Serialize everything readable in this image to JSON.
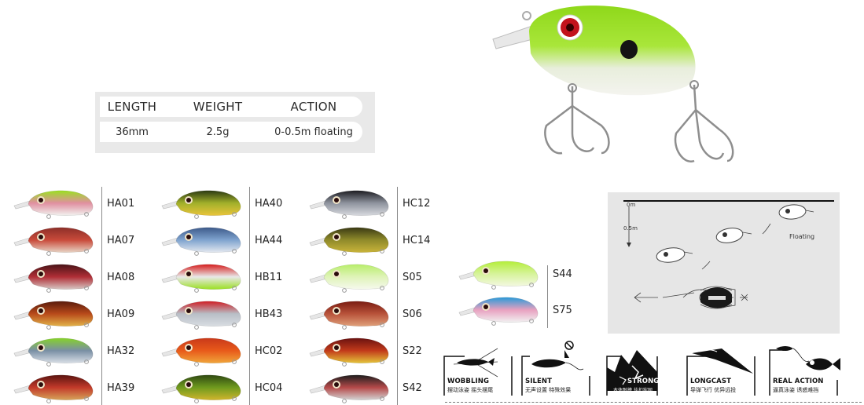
{
  "spec": {
    "headers": [
      "LENGTH",
      "WEIGHT",
      "ACTION"
    ],
    "values": [
      "36mm",
      "2.5g",
      "0-0.5m floating"
    ]
  },
  "catalog": {
    "column1": [
      {
        "code": "HA01",
        "back": "#9be022",
        "belly": "#f1f1ee",
        "accent": "#e08fa0"
      },
      {
        "code": "HA07",
        "back": "#8c2f29",
        "belly": "#e7d3c4",
        "accent": "#c94a3a"
      },
      {
        "code": "HA08",
        "back": "#4a1418",
        "belly": "#d7c7c4",
        "accent": "#b02e36"
      },
      {
        "code": "HA09",
        "back": "#5a1c0c",
        "belly": "#e2b24a",
        "accent": "#b84a1a"
      },
      {
        "code": "HA32",
        "back": "#86d22a",
        "belly": "#d9dfe6",
        "accent": "#7a8fa5"
      },
      {
        "code": "HA39",
        "back": "#5b1410",
        "belly": "#d6a35a",
        "accent": "#c23a2a"
      }
    ],
    "column2": [
      {
        "code": "HA40",
        "back": "#2c3a12",
        "belly": "#e9c43a",
        "accent": "#a1b02a"
      },
      {
        "code": "HA44",
        "back": "#3d5a8a",
        "belly": "#e3e8ef",
        "accent": "#7fa3cf"
      },
      {
        "code": "HB11",
        "back": "#d61e1e",
        "belly": "#9be022",
        "accent": "#e8e8e8"
      },
      {
        "code": "HB43",
        "back": "#cf1f26",
        "belly": "#d9dde2",
        "accent": "#b8bec6"
      },
      {
        "code": "HC02",
        "back": "#c9391a",
        "belly": "#f0a53a",
        "accent": "#e85a1a"
      },
      {
        "code": "HC04",
        "back": "#2f4a12",
        "belly": "#d0b52c",
        "accent": "#6f9a1e"
      }
    ],
    "column3": [
      {
        "code": "HC12",
        "back": "#1d1d22",
        "belly": "#d7d9de",
        "accent": "#8e939e"
      },
      {
        "code": "HC14",
        "back": "#3a3a14",
        "belly": "#c9b43a",
        "accent": "#8f8a2a"
      },
      {
        "code": "S05",
        "back": "#b8ee6a",
        "belly": "#f6f9ee",
        "accent": "#dff3b8"
      },
      {
        "code": "S06",
        "back": "#7a1c12",
        "belly": "#e0a07a",
        "accent": "#b8523a"
      },
      {
        "code": "S22",
        "back": "#6a1210",
        "belly": "#e4c43a",
        "accent": "#c23a1a"
      },
      {
        "code": "S42",
        "back": "#1e1e1e",
        "belly": "#d3d3d3",
        "accent": "#b54a4a"
      }
    ],
    "column4": [
      {
        "code": "S44",
        "back": "#b4ee3a",
        "belly": "#f3f8e0",
        "accent": "#d6f39a"
      },
      {
        "code": "S75",
        "back": "#2a9ad8",
        "belly": "#f1f1f1",
        "accent": "#e8a0c0"
      }
    ]
  },
  "diagram": {
    "depth_top": "0m",
    "depth_bottom": "0.5m",
    "action_label": "Floating"
  },
  "features": [
    {
      "name": "WOBBLING",
      "sub": "摆动泳姿  摇头摆尾"
    },
    {
      "name": "SILENT",
      "sub": "无声设置  特殊效果"
    },
    {
      "name": "STRONG",
      "sub": "本体耐撞  挂扣牢固"
    },
    {
      "name": "LONGCAST",
      "sub": "导弹飞行  优异远投"
    },
    {
      "name": "REAL ACTION",
      "sub": "逼真泳姿  诱惑难挡"
    }
  ],
  "colors": {
    "hero_back": "#9be022",
    "hero_belly": "#f2f3ee",
    "table_bg": "#e9e9e9",
    "diagram_bg": "#e6e6e6"
  }
}
